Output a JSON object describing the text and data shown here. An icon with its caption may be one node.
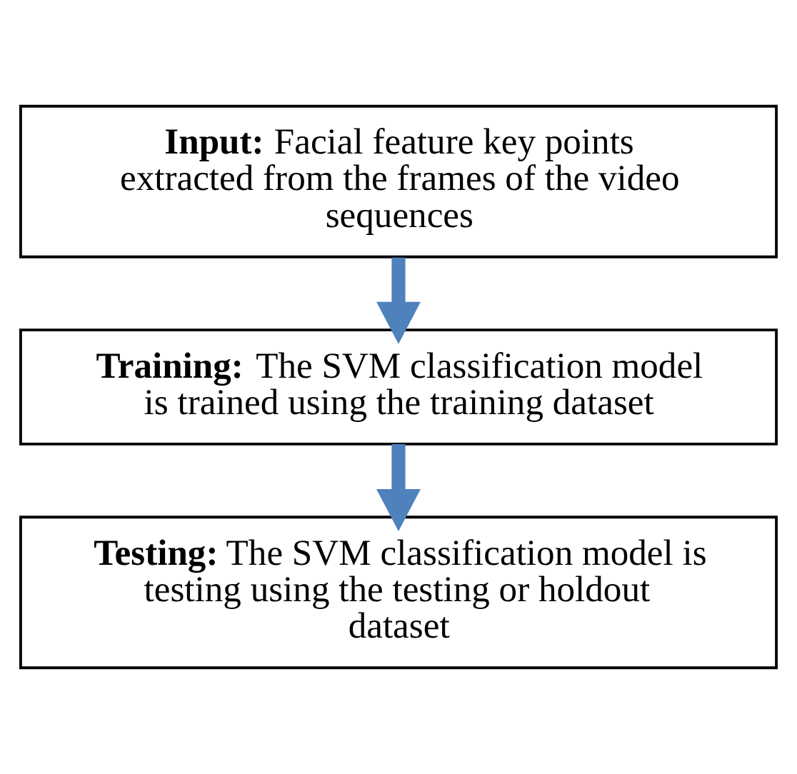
{
  "diagram": {
    "nodes": [
      {
        "text": [
          "**Input:** Facial feature key points extracted from the frames of the video sequences"
        ]
      },
      {
        "text": [
          "**Training:** The SVM classification model is trained using the training dataset"
        ]
      },
      {
        "text": [
          "**Testing:** The SVM classification model is testing using the testing or holdout dataset"
        ]
      }
    ],
    "edges": [
      {
        "from": 0,
        "to": 1,
        "arrow": "to"
      },
      {
        "from": 1,
        "to": 2,
        "arrow": "to"
      }
    ]
  }
}
